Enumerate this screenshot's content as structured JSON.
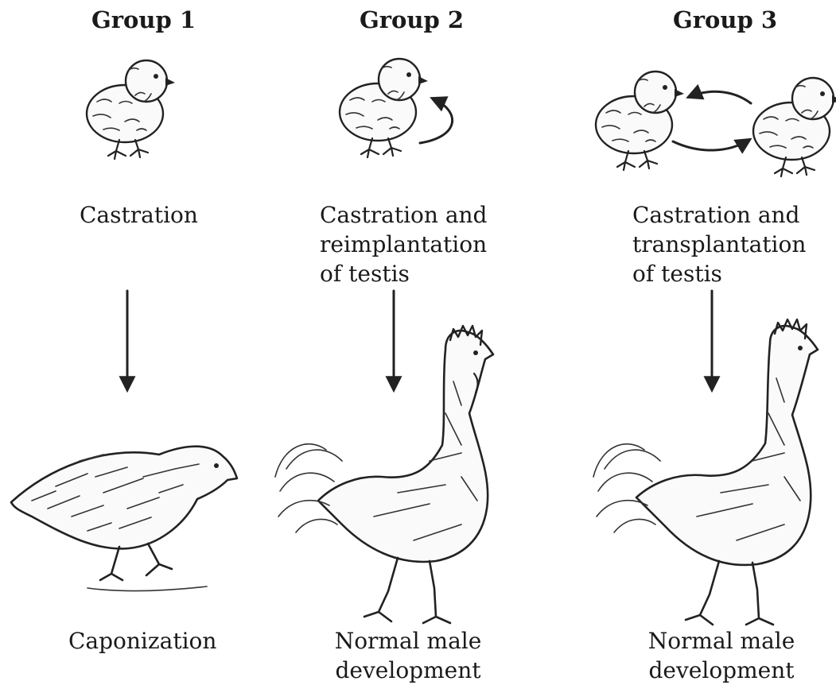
{
  "groups": [
    {
      "title": "Group 1",
      "procedure": [
        "Castration"
      ],
      "outcome": [
        "Caponization"
      ]
    },
    {
      "title": "Group 2",
      "procedure": [
        "Castration and",
        "reimplantation",
        "of testis"
      ],
      "outcome": [
        "Normal male",
        "development"
      ]
    },
    {
      "title": "Group 3",
      "procedure": [
        "Castration and",
        "transplantation",
        "of testis"
      ],
      "outcome": [
        "Normal male",
        "development"
      ]
    }
  ],
  "icons": {
    "chick": "chick-illustration",
    "capon": "capon-illustration",
    "rooster": "rooster-illustration"
  }
}
